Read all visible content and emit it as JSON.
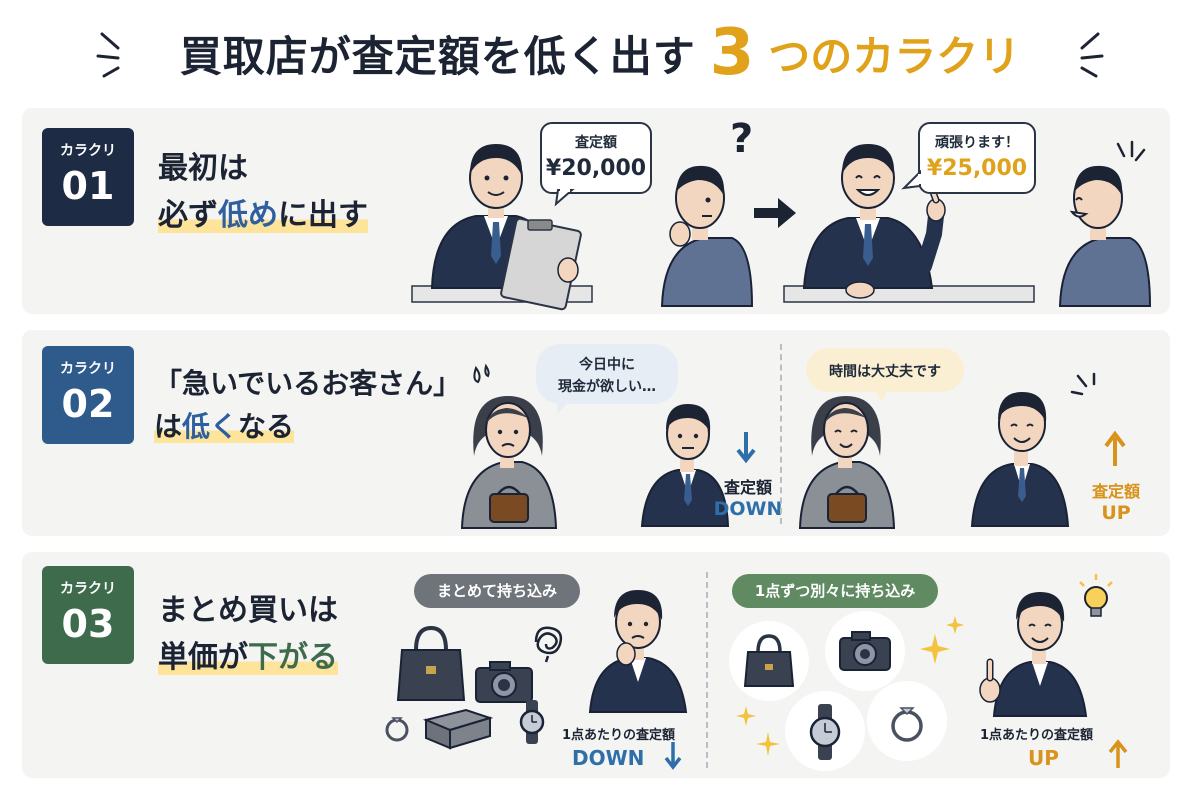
{
  "title": {
    "main": "買取店が査定額を低く出す",
    "number": "3",
    "suffix": "つのカラクリ"
  },
  "colors": {
    "navy": "#1e2b44",
    "blue": "#2f5a8c",
    "green": "#3e6b4c",
    "gold": "#e0a21b",
    "down": "#2f6fa9"
  },
  "section1": {
    "badge_label": "カラクリ",
    "badge_number": "01",
    "line1": "最初は",
    "line2_pre": "必ず",
    "line2_hl": "低め",
    "line2_post": "に出す",
    "bubble1_label": "査定額",
    "bubble1_value": "¥20,000",
    "question": "?",
    "bubble2_label": "頑張ります！",
    "bubble2_value": "¥25,000"
  },
  "section2": {
    "badge_label": "カラクリ",
    "badge_number": "02",
    "line1": "「急いでいるお客さん」",
    "line2_pre": "は",
    "line2_hl": "低く",
    "line2_post": "なる",
    "bubble1_line1": "今日中に",
    "bubble1_line2": "現金が欲しい…",
    "down_label": "査定額",
    "down_value": "DOWN",
    "bubble2": "時間は大丈夫です",
    "up_label": "査定額",
    "up_value": "UP"
  },
  "section3": {
    "badge_label": "カラクリ",
    "badge_number": "03",
    "line1": "まとめ買いは",
    "line2_pre": "単価が",
    "line2_hl": "下がる",
    "pill_left": "まとめて持ち込み",
    "pill_right": "1点ずつ別々に持ち込み",
    "left_caption": "1点あたりの査定額",
    "left_value": "DOWN",
    "right_caption": "1点あたりの査定額",
    "right_value": "UP"
  }
}
